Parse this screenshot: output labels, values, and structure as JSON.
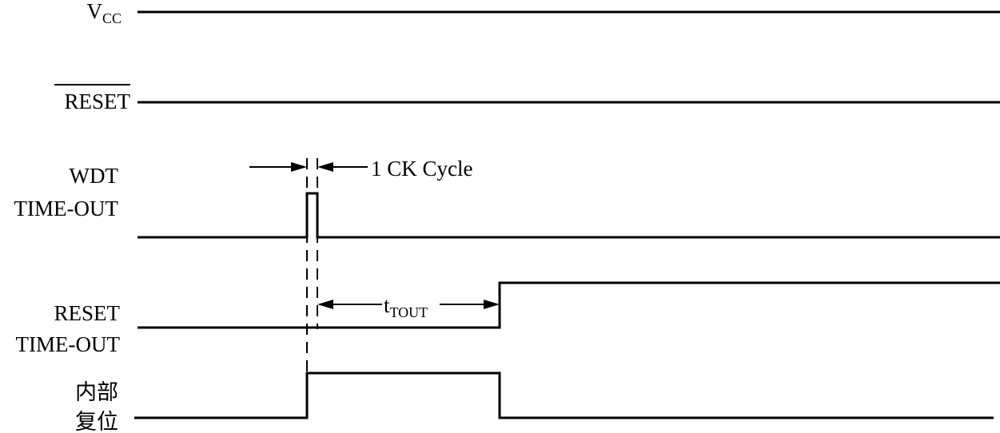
{
  "signals": {
    "vcc": {
      "main": "V",
      "sub": "CC"
    },
    "reset_bar": "RESET",
    "wdt": {
      "line1": "WDT",
      "line2": "TIME-OUT"
    },
    "reset_timeout": {
      "line1": "RESET",
      "line2": "TIME-OUT"
    },
    "internal_reset": {
      "line1": "内部",
      "line2": "复位"
    }
  },
  "annotations": {
    "ck_cycle": "1 CK Cycle",
    "ttout": {
      "main": "t",
      "sub": "TOUT"
    }
  }
}
